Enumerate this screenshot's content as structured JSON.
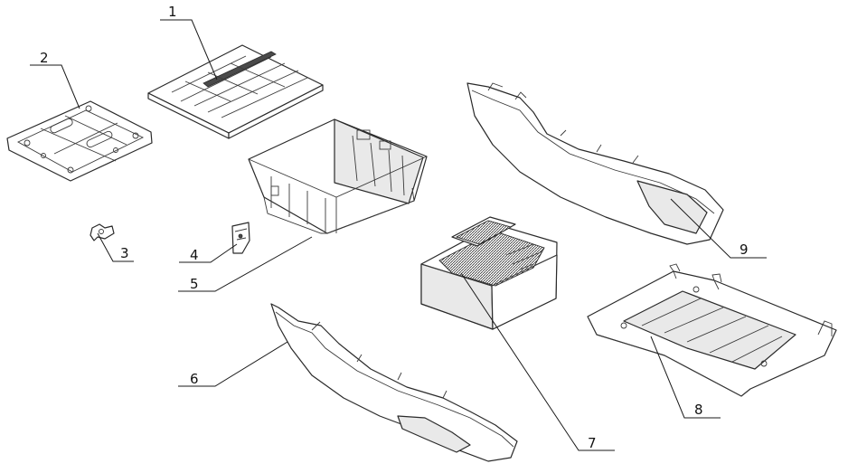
{
  "callouts": [
    {
      "id": "1",
      "label": "1"
    },
    {
      "id": "2",
      "label": "2"
    },
    {
      "id": "3",
      "label": "3"
    },
    {
      "id": "4",
      "label": "4"
    },
    {
      "id": "5",
      "label": "5"
    },
    {
      "id": "6",
      "label": "6"
    },
    {
      "id": "7",
      "label": "7"
    },
    {
      "id": "8",
      "label": "8"
    },
    {
      "id": "9",
      "label": "9"
    }
  ],
  "colors": {
    "line": "#2a2a2a",
    "background": "#ffffff",
    "shade": "#e9e9e9"
  }
}
